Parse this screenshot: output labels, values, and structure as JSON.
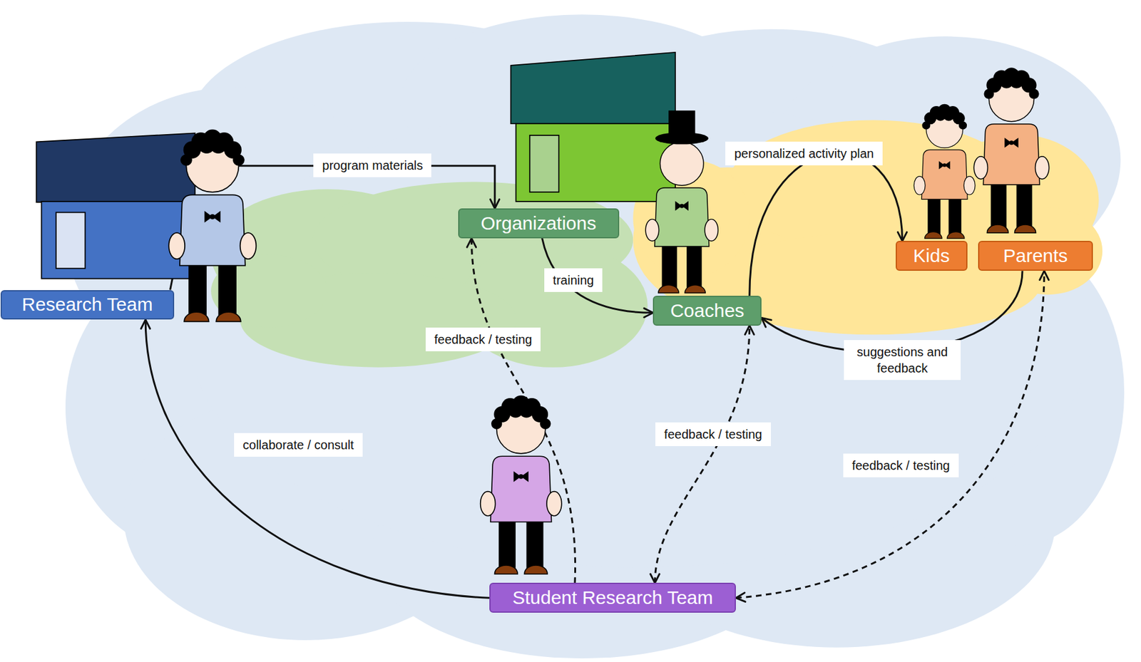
{
  "diagram": {
    "nodes": [
      {
        "text": [
          "Research Team"
        ]
      },
      {
        "text": [
          "Organizations"
        ]
      },
      {
        "text": [
          "Coaches"
        ]
      },
      {
        "text": [
          "Kids"
        ]
      },
      {
        "text": [
          "Parents"
        ]
      },
      {
        "text": [
          "Student Research Team"
        ]
      }
    ],
    "edges": [
      {
        "from": 0,
        "to": 1,
        "label": "program materials",
        "arrow": "to"
      },
      {
        "from": 1,
        "to": 2,
        "label": "training",
        "arrow": "to"
      },
      {
        "from": 2,
        "to": 3,
        "label": "personalized activity plan",
        "arrow": "to"
      },
      {
        "from": 4,
        "to": 2,
        "label": "suggestions and feedback",
        "arrow": "to"
      },
      {
        "from": 5,
        "to": 0,
        "label": "collaborate / consult",
        "arrow": "to"
      },
      {
        "from": 5,
        "to": 1,
        "label": "feedback / testing",
        "arrow": "to"
      },
      {
        "from": 5,
        "to": 2,
        "label": "feedback / testing",
        "arrow": "both"
      },
      {
        "from": 5,
        "to": 4,
        "label": "feedback / testing",
        "arrow": "both"
      }
    ]
  }
}
